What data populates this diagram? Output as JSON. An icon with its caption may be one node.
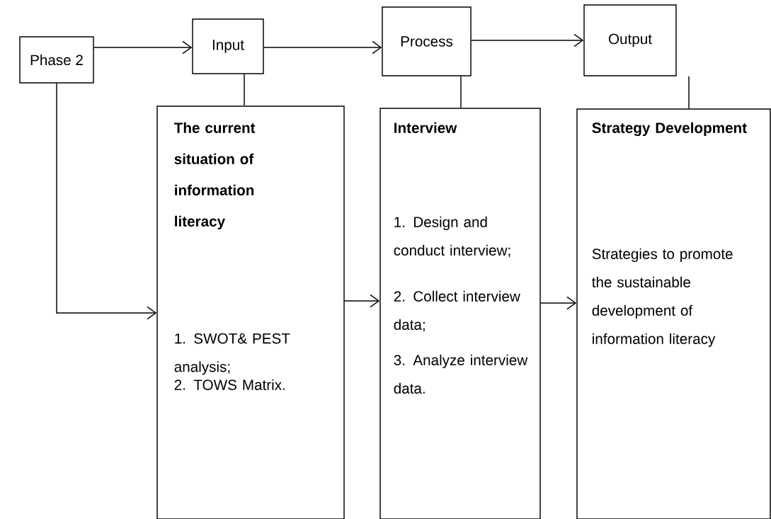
{
  "diagram": {
    "nodes": [
      {
        "text": [
          "Phase 2"
        ]
      },
      {
        "text": [
          "Input"
        ]
      },
      {
        "text": [
          "Process"
        ]
      },
      {
        "text": [
          "Output"
        ]
      },
      {
        "text": [
          "The current situation of information literacy",
          "1. SWOT& PEST analysis;",
          "2. TOWS Matrix."
        ]
      },
      {
        "text": [
          "Interview",
          "1. Design and conduct interview;",
          "2. Collect interview data;",
          "3. Analyze interview data."
        ]
      },
      {
        "text": [
          "Strategy Development",
          "Strategies to promote the sustainable development of information literacy"
        ]
      }
    ],
    "edges": [
      {
        "from": 0,
        "to": 1,
        "arrow": "to"
      },
      {
        "from": 1,
        "to": 2,
        "arrow": "to"
      },
      {
        "from": 2,
        "to": 3,
        "arrow": "to"
      },
      {
        "from": 1,
        "to": 4,
        "arrow": "none"
      },
      {
        "from": 2,
        "to": 5,
        "arrow": "none"
      },
      {
        "from": 3,
        "to": 6,
        "arrow": "none"
      },
      {
        "from": 0,
        "to": 4,
        "arrow": "to"
      },
      {
        "from": 4,
        "to": 5,
        "arrow": "to"
      },
      {
        "from": 5,
        "to": 6,
        "arrow": "to"
      }
    ]
  }
}
